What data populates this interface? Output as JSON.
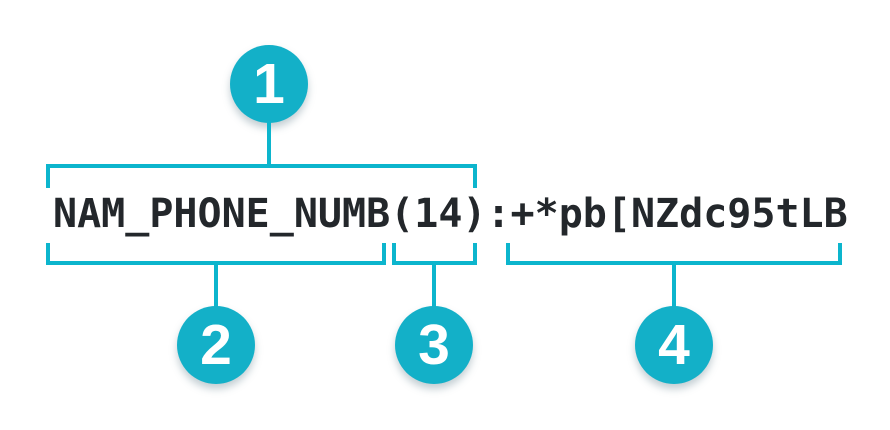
{
  "colors": {
    "background": "#ffffff",
    "accent_line": "#0cb5cd",
    "badge_fill": "#13b0c8",
    "badge_text": "#ffffff",
    "token_text": "#23272b"
  },
  "token": {
    "full_text": "NAM_PHONE_NUMB(14):+*pb[NZdc95tLB",
    "segments": {
      "detector_with_size": "NAM_PHONE_NUMB(14)",
      "detector_name": "NAM_PHONE_NUMB",
      "size": "(14)",
      "value": "+*pb[NZdc95tLB"
    }
  },
  "badges": [
    {
      "number": "1"
    },
    {
      "number": "2"
    },
    {
      "number": "3"
    },
    {
      "number": "4"
    }
  ]
}
